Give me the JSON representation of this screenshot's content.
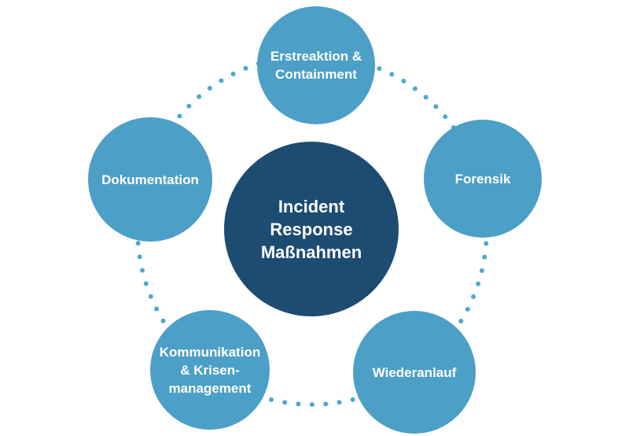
{
  "diagram": {
    "center": {
      "label": "Incident\nResponse\nMaßnahmen"
    },
    "nodes": [
      {
        "id": "erstreaktion-containment",
        "label": "Erstreaktion &\nContainment"
      },
      {
        "id": "forensik",
        "label": "Forensik"
      },
      {
        "id": "wiederanlauf",
        "label": "Wiederanlauf"
      },
      {
        "id": "kommunikation-krisenmanagement",
        "label": "Kommunikation\n& Krisen-\nmanagement"
      },
      {
        "id": "dokumentation",
        "label": "Dokumentation"
      }
    ],
    "colors": {
      "node_fill": "#4C9FC6",
      "center_fill": "#1D4C73",
      "dot": "#4DA8D2",
      "text": "#FFFFFF",
      "background": "#FFFFFF"
    }
  }
}
